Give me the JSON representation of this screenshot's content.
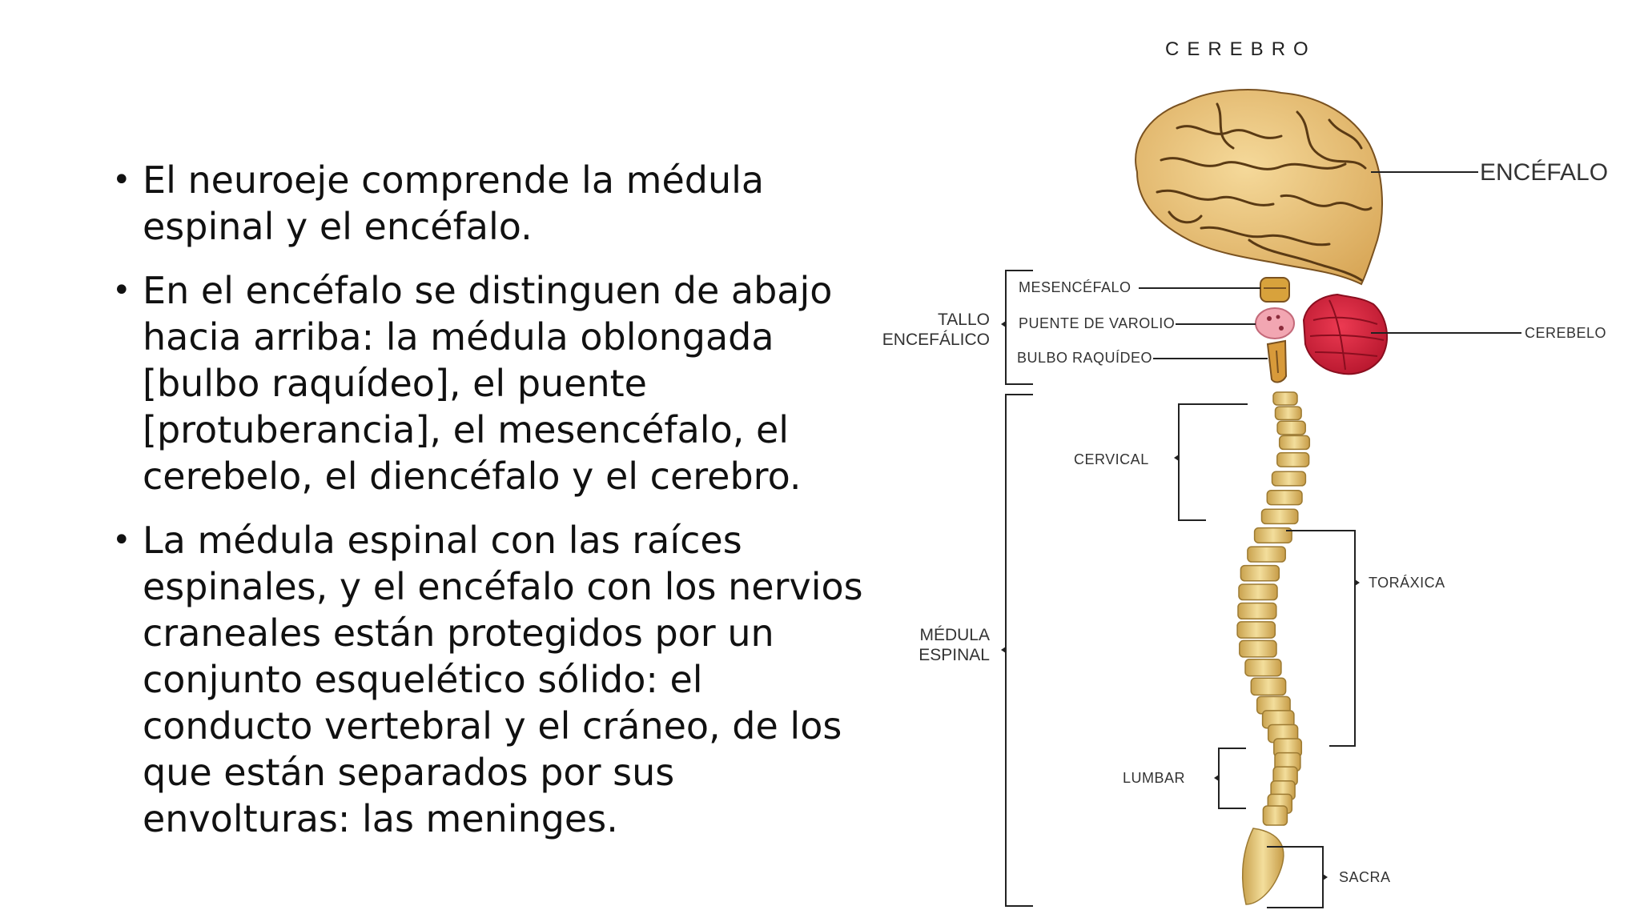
{
  "bullets": [
    "El neuroeje comprende la médula espinal y el encéfalo.",
    "En el encéfalo se distinguen de abajo hacia arriba: la médula oblongada [bulbo raquídeo], el puente [protuberancia], el mesencéfalo, el cerebelo, el diencéfalo y el cerebro.",
    "La médula espinal con las raíces espinales, y el encéfalo con los nervios craneales están protegidos por un conjunto esquelético sólido: el conducto vertebral y el cráneo, de los que están separados por sus envolturas: las meninges."
  ],
  "diagram": {
    "title": "CEREBRO",
    "encefalo": "ENCÉFALO",
    "tallo_line1": "TALLO",
    "tallo_line2": "ENCEFÁLICO",
    "mesencefalo": "MESENCÉFALO",
    "puente": "PUENTE DE VAROLIO",
    "bulbo": "BULBO RAQUÍDEO",
    "cerebelo": "CEREBELO",
    "cervical": "CERVICAL",
    "toraxica": "TORÁXICA",
    "medula_line1": "MÉDULA",
    "medula_line2": "ESPINAL",
    "lumbar": "LUMBAR",
    "sacra": "SACRA"
  },
  "colors": {
    "brain": "#e9c27a",
    "brain_folds": "#5a3a14",
    "cerebellum": "#d3203a",
    "pons": "#f2a6b2",
    "spine": "#e8cf85"
  }
}
